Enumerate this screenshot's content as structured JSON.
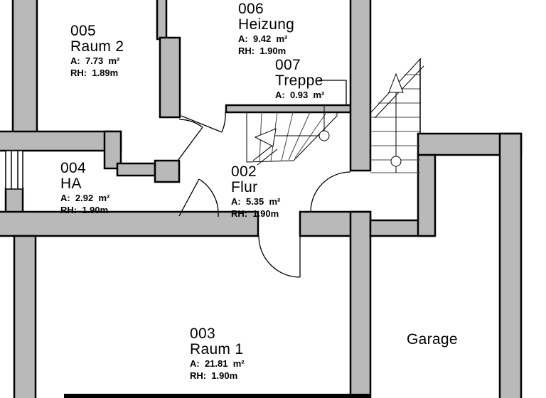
{
  "colors": {
    "wall_fill": "#b9b9b9",
    "wall_outline": "#000000",
    "background": "#ffffff"
  },
  "rooms": {
    "r005": {
      "number": "005",
      "name": "Raum 2",
      "area": "A:  7.73  m²",
      "height": "RH:  1.89m"
    },
    "r006": {
      "number": "006",
      "name": "Heizung",
      "area": "A:  9.42  m²",
      "height": "RH:  1.90m"
    },
    "r007": {
      "number": "007",
      "name": "Treppe",
      "area": "A:  0.93  m²"
    },
    "r004": {
      "number": "004",
      "name": "HA",
      "area": "A:  2.92  m²",
      "height": "RH:  1.90m"
    },
    "r002": {
      "number": "002",
      "name": "Flur",
      "area": "A:  5.35  m²",
      "height": "RH:  1.90m"
    },
    "r003": {
      "number": "003",
      "name": "Raum 1",
      "area": "A:  21.81  m²",
      "height": "RH:  1.90m"
    },
    "garage": {
      "name": "Garage"
    }
  }
}
